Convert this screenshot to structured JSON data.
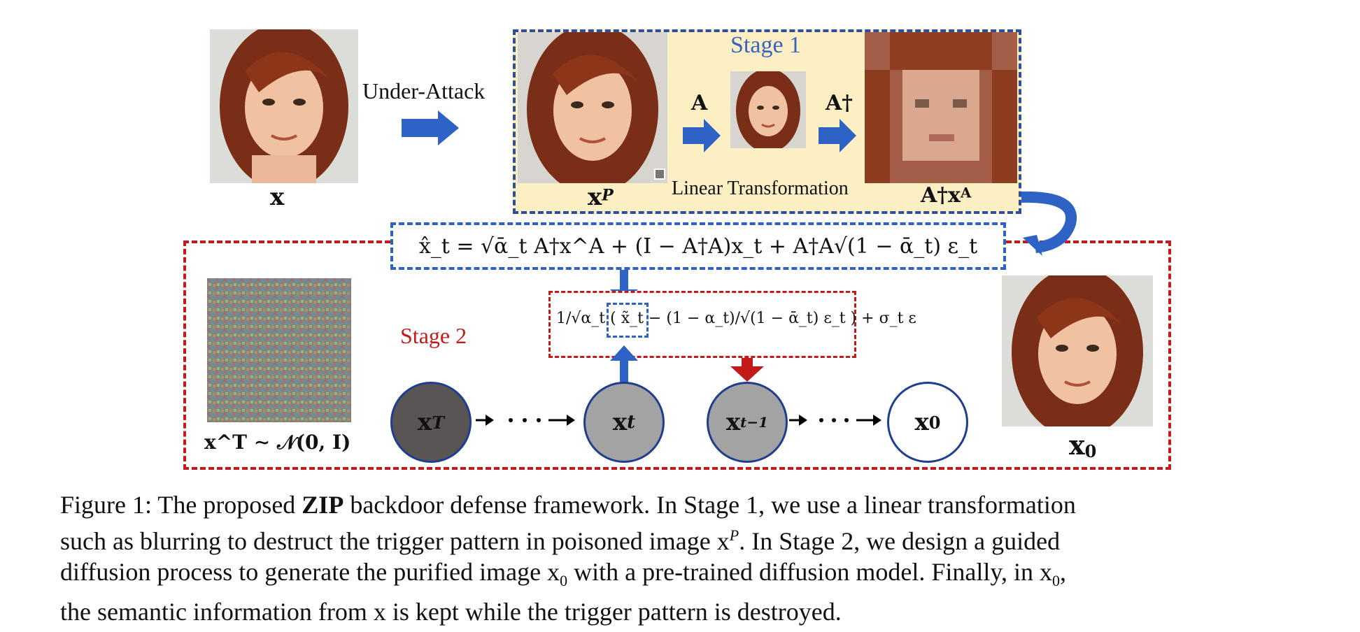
{
  "labels": {
    "under_attack": "Under-Attack",
    "stage1": "Stage 1",
    "stage2": "Stage 2",
    "linear_transformation": "Linear Transformation",
    "x": "x",
    "x_p_base": "x",
    "x_p_sup": "P",
    "A": "A",
    "A_dagger": "A†",
    "A_dagger_x_A_base": "A†x",
    "A_dagger_x_A_sup": "A",
    "x0_right_base": "x",
    "x0_right_sub": "0",
    "noise_label": "x^T ∼ 𝒩(0, I)"
  },
  "equation_top": "x̂_t = √ᾱ_t A†x^A + (I − A†A)x_t + A†A√(1 − ᾱ_t) ε_t",
  "equation_update": "1/√α_t ( x̃_t − (1 − α_t)/√(1 − ᾱ_t) ε_t ) + σ_t ε",
  "nodes": [
    {
      "base": "x",
      "sub": "T",
      "fill": "#5a5555"
    },
    {
      "base": "x",
      "sub": "t",
      "fill": "#a3a3a3"
    },
    {
      "base": "x",
      "sub": "t−1",
      "fill": "#a3a3a3"
    },
    {
      "base": "x",
      "sub": "0",
      "fill": "#ffffff"
    }
  ],
  "dots": "· · ·",
  "caption": {
    "figure": "Figure 1:",
    "line1_pre": " The proposed ",
    "line1_bold": "ZIP",
    "line1_post": " backdoor defense framework. In Stage 1, we use a linear transformation",
    "line2": "such as blurring to destruct the trigger pattern in poisoned image x",
    "line2_sup": "P",
    "line2_post": ". In Stage 2, we design a guided",
    "line3_pre": "diffusion process to generate the purified image x",
    "line3_sub": "0",
    "line3_mid": " with a pre-trained diffusion model. Finally, in x",
    "line3_sub2": "0",
    "line3_post": ",",
    "line4": "the semantic information from x is kept while the trigger pattern is destroyed."
  },
  "colors": {
    "stage1_border": "#2f4f9a",
    "stage1_fill": "#fcefc4",
    "stage1_text": "#3a62c0",
    "stage2_border": "#c41a1a",
    "arrow_blue": "#2e62c4",
    "arrow_red": "#c41a1a"
  }
}
